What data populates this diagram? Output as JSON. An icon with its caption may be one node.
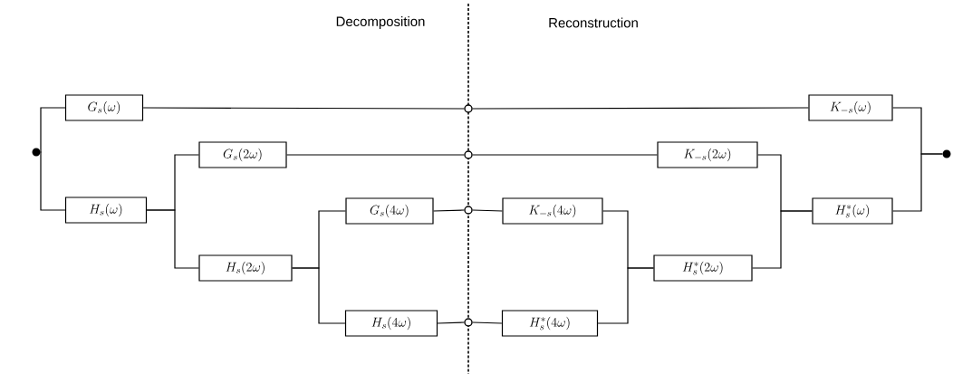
{
  "diagram": {
    "nodes": [
      {
        "text": [],
        "shape": "circle"
      },
      {
        "text": [
          "G_s(\\omega)"
        ]
      },
      {
        "text": [
          "H_s(\\omega)"
        ]
      },
      {
        "text": [
          "G_s(2\\omega)"
        ]
      },
      {
        "text": [
          "H_s(2\\omega)"
        ]
      },
      {
        "text": [
          "G_s(4\\omega)"
        ]
      },
      {
        "text": [
          "H_s(4\\omega)"
        ]
      },
      {
        "text": [],
        "shape": "circle"
      },
      {
        "text": [],
        "shape": "circle"
      },
      {
        "text": [],
        "shape": "circle"
      },
      {
        "text": [],
        "shape": "circle"
      },
      {
        "text": [
          "K_{-s}(\\omega)"
        ]
      },
      {
        "text": [
          "K_{-s}(2\\omega)"
        ]
      },
      {
        "text": [
          "H_s^{*}(\\omega)"
        ]
      },
      {
        "text": [
          "K_{-s}(4\\omega)"
        ]
      },
      {
        "text": [
          "H_s^{*}(4\\omega)"
        ]
      },
      {
        "text": [
          "H_s^{*}(2\\omega)"
        ]
      },
      {
        "text": [],
        "shape": "circle"
      }
    ],
    "edges": [
      {
        "from": 0,
        "to": 1,
        "arrow": "none"
      },
      {
        "from": 0,
        "to": 2,
        "arrow": "none"
      },
      {
        "from": 2,
        "to": 3,
        "arrow": "none"
      },
      {
        "from": 2,
        "to": 4,
        "arrow": "none"
      },
      {
        "from": 4,
        "to": 5,
        "arrow": "none"
      },
      {
        "from": 4,
        "to": 6,
        "arrow": "none"
      },
      {
        "from": 1,
        "to": 7,
        "arrow": "none"
      },
      {
        "from": 3,
        "to": 8,
        "arrow": "none"
      },
      {
        "from": 5,
        "to": 9,
        "arrow": "none"
      },
      {
        "from": 6,
        "to": 10,
        "arrow": "none"
      },
      {
        "from": 7,
        "to": 11,
        "arrow": "none"
      },
      {
        "from": 8,
        "to": 12,
        "arrow": "none"
      },
      {
        "from": 9,
        "to": 14,
        "arrow": "none"
      },
      {
        "from": 10,
        "to": 15,
        "arrow": "none"
      },
      {
        "from": 14,
        "to": 16,
        "arrow": "none"
      },
      {
        "from": 15,
        "to": 16,
        "arrow": "none"
      },
      {
        "from": 12,
        "to": 13,
        "arrow": "none"
      },
      {
        "from": 16,
        "to": 13,
        "arrow": "none"
      },
      {
        "from": 11,
        "to": 17,
        "arrow": "none"
      },
      {
        "from": 13,
        "to": 17,
        "arrow": "none"
      }
    ],
    "labels": [
      "Decomposition",
      "Reconstruction"
    ]
  }
}
